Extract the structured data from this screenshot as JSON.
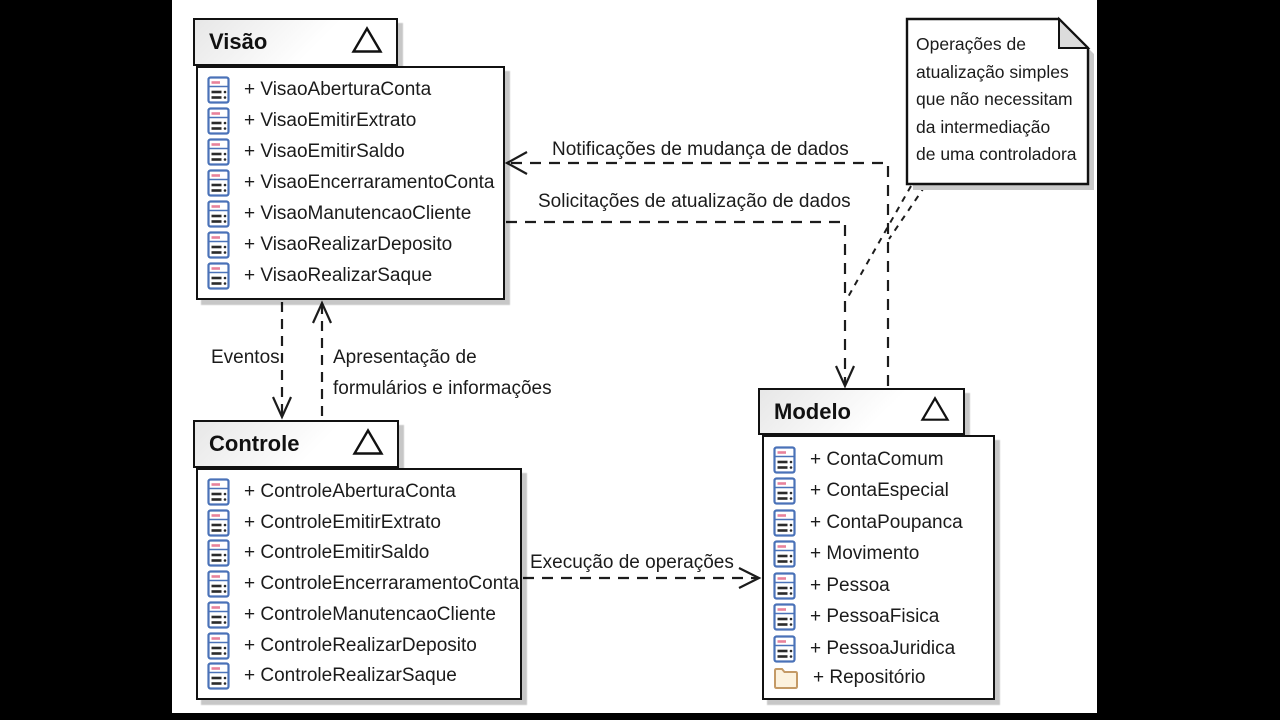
{
  "packages": {
    "visao": {
      "title": "Visão",
      "members": [
        {
          "icon": "class-icon",
          "label": "+ VisaoAberturaConta"
        },
        {
          "icon": "class-icon",
          "label": "+ VisaoEmitirExtrato"
        },
        {
          "icon": "class-icon",
          "label": "+ VisaoEmitirSaldo"
        },
        {
          "icon": "class-icon",
          "label": "+ VisaoEncerraramentoConta"
        },
        {
          "icon": "class-icon",
          "label": "+ VisaoManutencaoCliente"
        },
        {
          "icon": "class-icon",
          "label": "+ VisaoRealizarDeposito"
        },
        {
          "icon": "class-icon",
          "label": "+ VisaoRealizarSaque"
        }
      ]
    },
    "controle": {
      "title": "Controle",
      "members": [
        {
          "icon": "class-icon",
          "label": "+ ControleAberturaConta"
        },
        {
          "icon": "class-icon",
          "label": "+ ControleEmitirExtrato"
        },
        {
          "icon": "class-icon",
          "label": "+ ControleEmitirSaldo"
        },
        {
          "icon": "class-icon",
          "label": "+ ControleEncerraramentoConta"
        },
        {
          "icon": "class-icon",
          "label": "+ ControleManutencaoCliente"
        },
        {
          "icon": "class-icon",
          "label": "+ ControleRealizarDeposito"
        },
        {
          "icon": "class-icon",
          "label": "+ ControleRealizarSaque"
        }
      ]
    },
    "modelo": {
      "title": "Modelo",
      "members": [
        {
          "icon": "class-icon",
          "label": "+ ContaComum"
        },
        {
          "icon": "class-icon",
          "label": "+ ContaEspecial"
        },
        {
          "icon": "class-icon",
          "label": "+ ContaPoupanca"
        },
        {
          "icon": "class-icon",
          "label": "+ Movimento"
        },
        {
          "icon": "class-icon",
          "label": "+ Pessoa"
        },
        {
          "icon": "class-icon",
          "label": "+ PessoaFisica"
        },
        {
          "icon": "class-icon",
          "label": "+ PessoaJuridica"
        },
        {
          "icon": "folder-icon",
          "label": "+ Repositório"
        }
      ]
    }
  },
  "connectors": {
    "notificacoes": {
      "label": "Notificações de mudança de dados"
    },
    "solicitacoes": {
      "label": "Solicitações de atualização de dados"
    },
    "eventos": {
      "label": "Eventos"
    },
    "apresentacao": {
      "label_line1": "Apresentação de",
      "label_line2": "formulários e informações"
    },
    "execucao": {
      "label": "Execução de operações"
    }
  },
  "note": {
    "lines": [
      "Operações de",
      "atualização simples",
      "que não necessitam",
      "da intermediação",
      "de uma controladora"
    ]
  },
  "colors": {
    "line": "#1c1c1c",
    "class_icon_border": "#4a72b8",
    "class_icon_accent": "#e8829b",
    "folder_fill": "#fcf2de",
    "folder_border": "#c49a66",
    "note_fold": "#dcdcdc",
    "shadow": "#c9c9c9",
    "letterbox": "#000000"
  }
}
